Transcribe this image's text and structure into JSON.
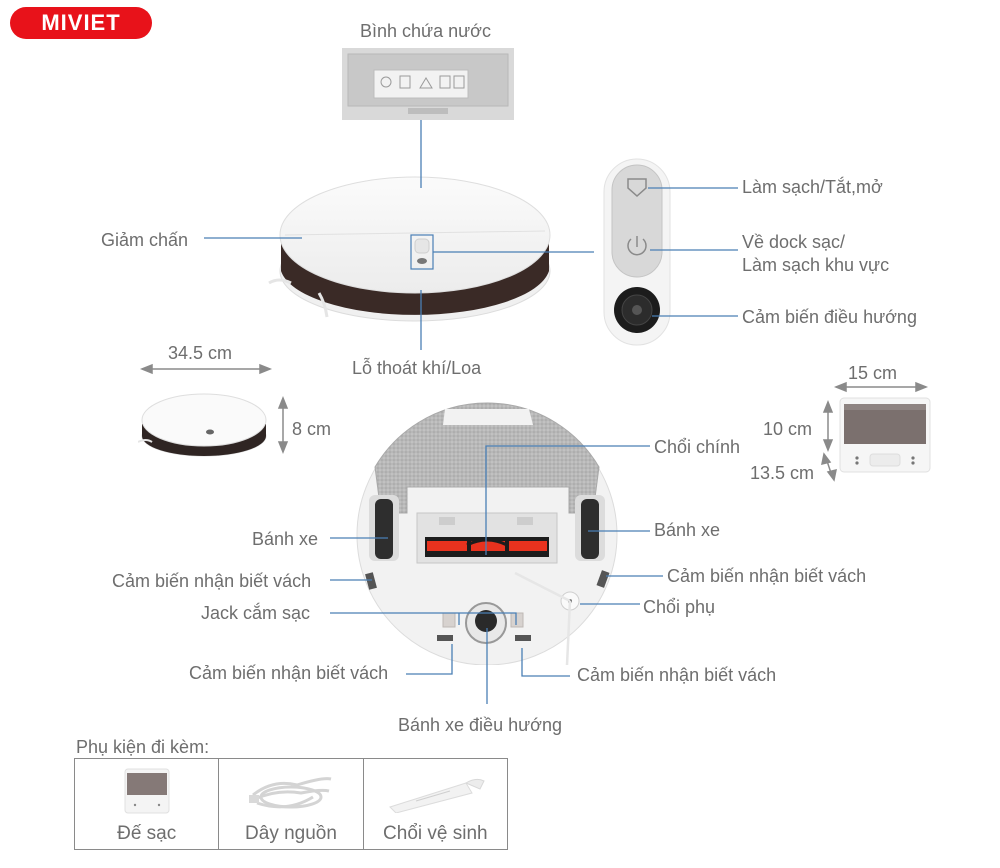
{
  "brand": {
    "logo_text": "MIVIET",
    "color": "#e8121a"
  },
  "colors": {
    "leader_line": "#4a7fb5",
    "label_text": "#6e6e6e",
    "bumper_band": "#3a2a26",
    "brush_red": "#e8321e"
  },
  "top_view": {
    "labels": {
      "water_tank": "Bình chứa nước",
      "bumper": "Giảm chấn",
      "exhaust_speaker": "Lỗ thoát khí/Loa"
    }
  },
  "control_panel": {
    "labels": {
      "clean_power": "Làm sạch/Tắt,mở",
      "dock_line1": "Về dock sạc/",
      "dock_line2": "Làm sạch khu vực",
      "nav_sensor": "Cảm biến điều hướng"
    }
  },
  "dimensions": {
    "robot_width": "34.5 cm",
    "robot_height": "8 cm",
    "dock_width": "15 cm",
    "dock_height": "10 cm",
    "dock_depth": "13.5 cm"
  },
  "bottom_view": {
    "labels": {
      "main_brush": "Chổi chính",
      "wheel_left": "Bánh xe",
      "wheel_right": "Bánh xe",
      "cliff_left": "Cảm biến nhận biết vách",
      "cliff_right": "Cảm biến nhận biết vách",
      "charging_jack": "Jack cắm sạc",
      "side_brush": "Chổi phụ",
      "cliff_bottom_left": "Cảm biến nhận biết vách",
      "cliff_bottom_right": "Cảm biến nhận biết vách",
      "caster_wheel": "Bánh xe điều hướng"
    }
  },
  "accessories": {
    "title": "Phụ kiện đi kèm:",
    "items": [
      {
        "label": "Đế sạc",
        "icon": "charging-dock-icon"
      },
      {
        "label": "Dây nguồn",
        "icon": "power-cord-icon"
      },
      {
        "label": "Chổi vệ sinh",
        "icon": "cleaning-brush-icon"
      }
    ]
  }
}
